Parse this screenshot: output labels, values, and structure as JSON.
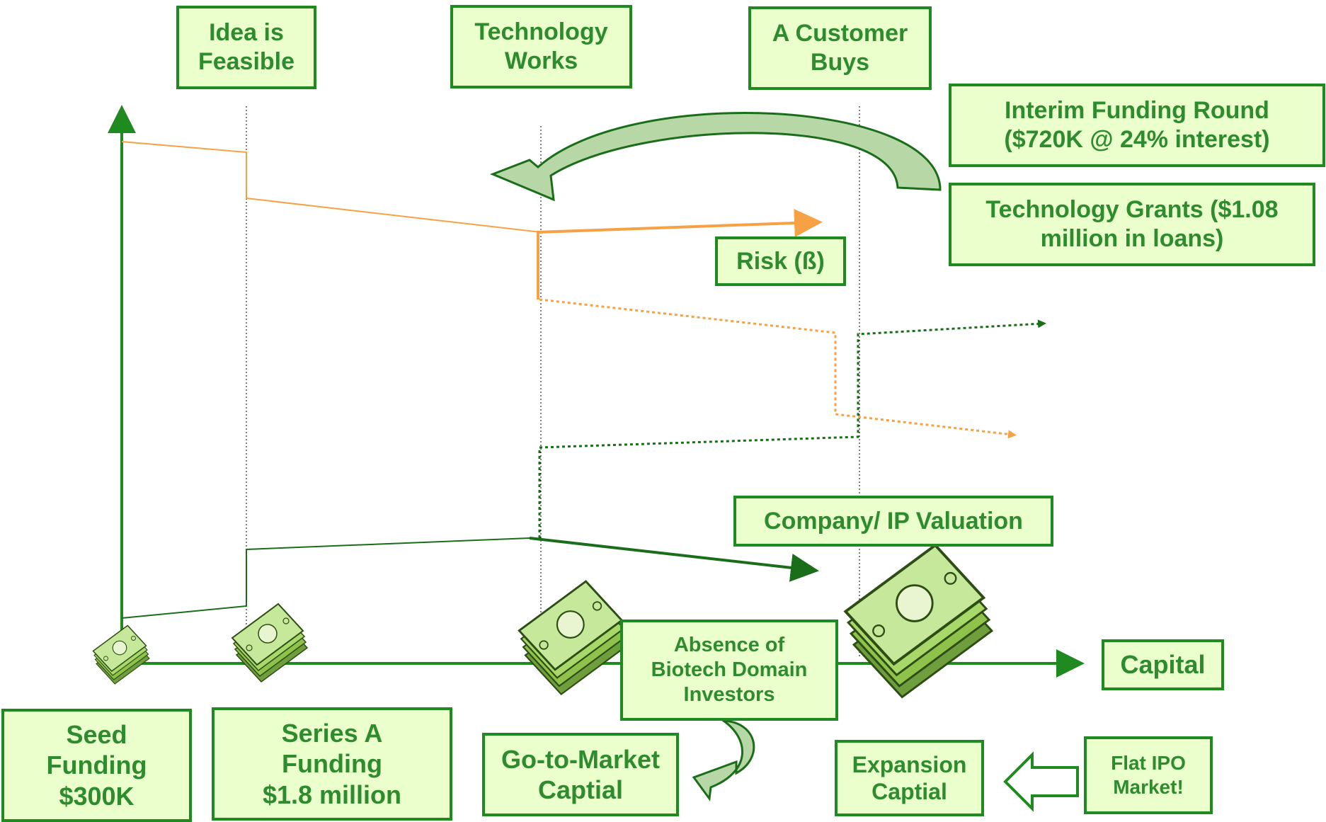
{
  "milestones": {
    "idea": "Idea is\nFeasible",
    "technology": "Technology\nWorks",
    "customer": "A Customer\nBuys"
  },
  "callouts": {
    "interim": "Interim Funding Round\n($720K @ 24% interest)",
    "grants": "Technology Grants ($1.08\nmillion in loans)",
    "risk": "Risk (ß)",
    "valuation": "Company/ IP Valuation",
    "capital": "Capital",
    "absence": "Absence of\nBiotech Domain\nInvestors",
    "flat_ipo": "Flat IPO\nMarket!"
  },
  "funding": {
    "seed": "Seed\nFunding\n$300K",
    "series_a": "Series A\nFunding\n$1.8 million",
    "go_to_market": "Go-to-Market\nCaptial",
    "expansion": "Expansion\nCaptial"
  },
  "colors": {
    "green": "#1f8a1f",
    "green_text": "#2e8b2e",
    "box_fill": "#ebffcc",
    "orange": "#f7a145",
    "dark_green": "#1a6e1a",
    "money_green": "#8fc24a"
  }
}
